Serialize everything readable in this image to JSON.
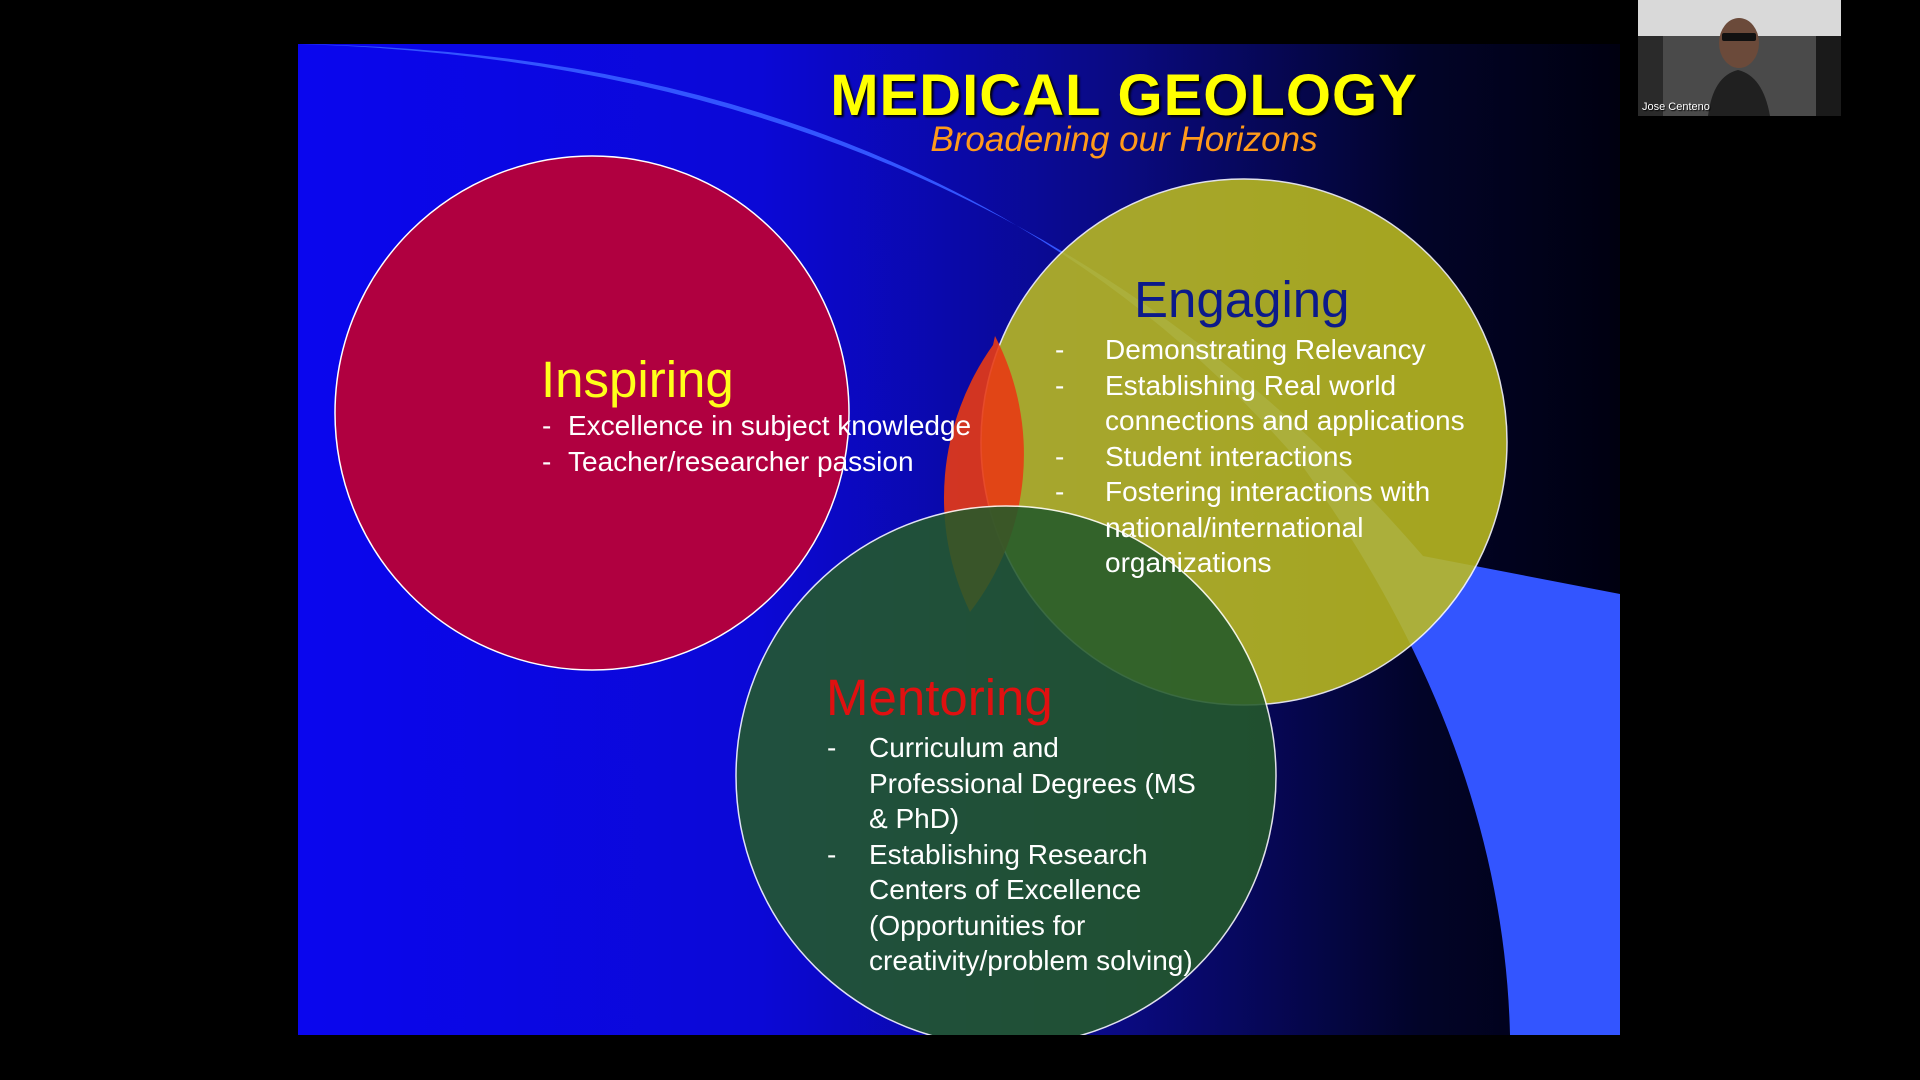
{
  "slide": {
    "title": "MEDICAL GEOLOGY",
    "subtitle": "Broadening our Horizons",
    "circles": [
      {
        "id": "inspiring",
        "heading": "Inspiring",
        "heading_color": "#ffff1a",
        "fill_color": "#b00040",
        "items": [
          "Excellence in subject knowledge",
          "Teacher/researcher passion"
        ]
      },
      {
        "id": "engaging",
        "heading": "Engaging",
        "heading_color": "#0c1a8a",
        "fill_color": "#bcbc20",
        "items": [
          "Demonstrating Relevancy",
          "Establishing Real world connections and applications",
          "Student interactions",
          "Fostering interactions with national/international organizations"
        ]
      },
      {
        "id": "mentoring",
        "heading": "Mentoring",
        "heading_color": "#e01010",
        "fill_color": "#245a2a",
        "items": [
          "Curriculum and Professional Degrees (MS & PhD)",
          "Establishing Research Centers of Excellence (Opportunities for creativity/problem solving)"
        ]
      }
    ]
  },
  "webcam": {
    "participant_name": "Jose Centeno"
  },
  "colors": {
    "background": "#000000",
    "slide_blue": "#0a06ee",
    "accent_blue": "#3355ff",
    "title_yellow": "#ffff00",
    "subtitle_orange": "#ff9a1a"
  }
}
